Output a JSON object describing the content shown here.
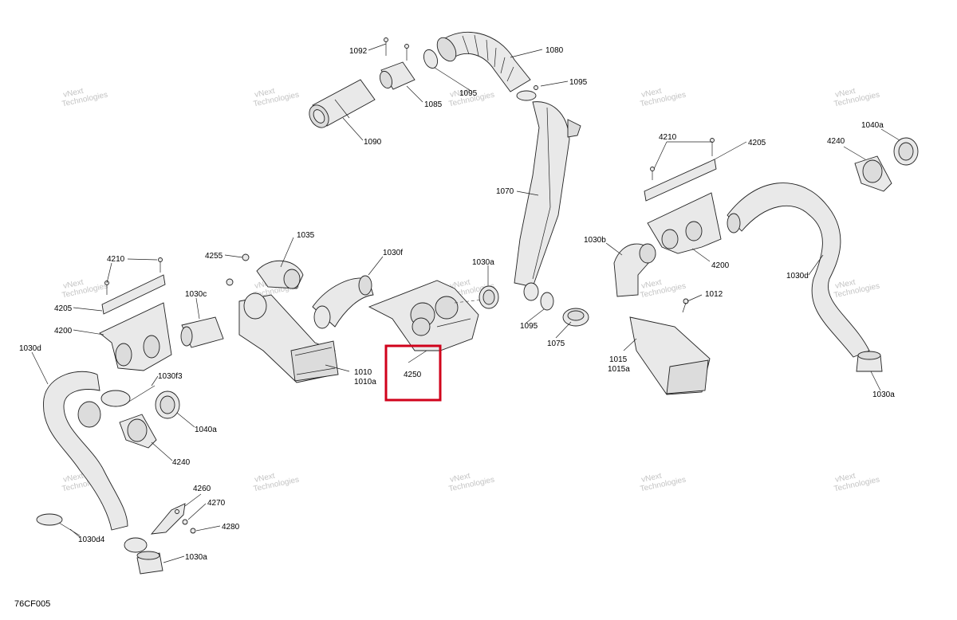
{
  "diagram": {
    "figure_code": "76CF005",
    "watermark_line1": "vNext",
    "watermark_line2": "Technologies",
    "highlight_color": "#d0021b",
    "highlighted_part": "4250",
    "parts": {
      "p1092": "1092",
      "p1080": "1080",
      "p1095a": "1095",
      "p1095b": "1095",
      "p1095c": "1095",
      "p1090": "1090",
      "p1085": "1085",
      "p1070": "1070",
      "p4210a": "4210",
      "p4205a": "4205",
      "p1040a_a": "1040a",
      "p4240a": "4240",
      "p1030b": "1030b",
      "p4200a": "4200",
      "p1030d_a": "1030d",
      "p1012": "1012",
      "p1015": "1015",
      "p1015a": "1015a",
      "p1030a_a": "1030a",
      "p1075": "1075",
      "p1030a_b": "1030a",
      "p4250": "4250",
      "p1030f": "1030f",
      "p1035": "1035",
      "p4255": "4255",
      "p1010": "1010",
      "p1010a": "1010a",
      "p4210b": "4210",
      "p4205b": "4205",
      "p4200b": "4200",
      "p1030c": "1030c",
      "p1030d_b": "1030d",
      "p1030f3": "1030f3",
      "p1040a_b": "1040a",
      "p4240b": "4240",
      "p4260": "4260",
      "p4270": "4270",
      "p4280": "4280",
      "p1030d4": "1030d4",
      "p1030a_c": "1030a"
    }
  }
}
